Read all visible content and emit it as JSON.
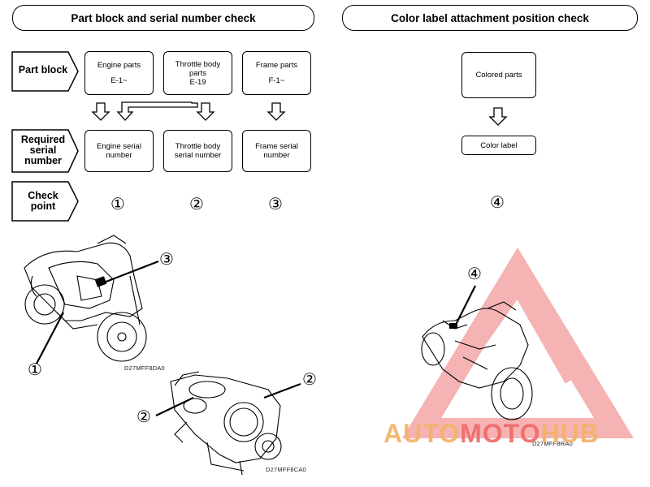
{
  "headers": {
    "left": "Part block and serial number check",
    "right": "Color label attachment position check"
  },
  "row_labels": {
    "part_block": "Part block",
    "required_serial": [
      "Required",
      "serial",
      "number"
    ],
    "check_point": [
      "Check",
      "point"
    ]
  },
  "part_blocks": [
    {
      "lines": [
        "Engine parts",
        "",
        "E-1~"
      ]
    },
    {
      "lines": [
        "Throttle body",
        "parts",
        "E-19"
      ]
    },
    {
      "lines": [
        "Frame parts",
        "",
        "F-1~"
      ]
    }
  ],
  "serial_numbers": [
    {
      "lines": [
        "Engine serial",
        "number"
      ]
    },
    {
      "lines": [
        "Throttle body",
        "serial number"
      ]
    },
    {
      "lines": [
        "Frame serial",
        "number"
      ]
    }
  ],
  "check_points": [
    "①",
    "②",
    "③"
  ],
  "color_check": {
    "colored_parts": "Colored parts",
    "color_label": "Color label",
    "check_point": "④"
  },
  "illustrations": {
    "motorcycle_left_code": "D27MFF8DA0",
    "throttle_code": "D27MFF8CA0",
    "motorcycle_right_code": "D27MFF8RA0",
    "callouts": {
      "frame": "③",
      "engine": "①",
      "throttle_left": "②",
      "throttle_right": "②",
      "color_label": "④"
    }
  },
  "watermark": {
    "text_a": "AUTO",
    "text_b": "MOTO",
    "text_c": "HUB",
    "color_a": "#f3b26a",
    "color_b": "#f06a6a",
    "color_c": "#f3b26a",
    "triangle_color": "#f4a6a6"
  }
}
